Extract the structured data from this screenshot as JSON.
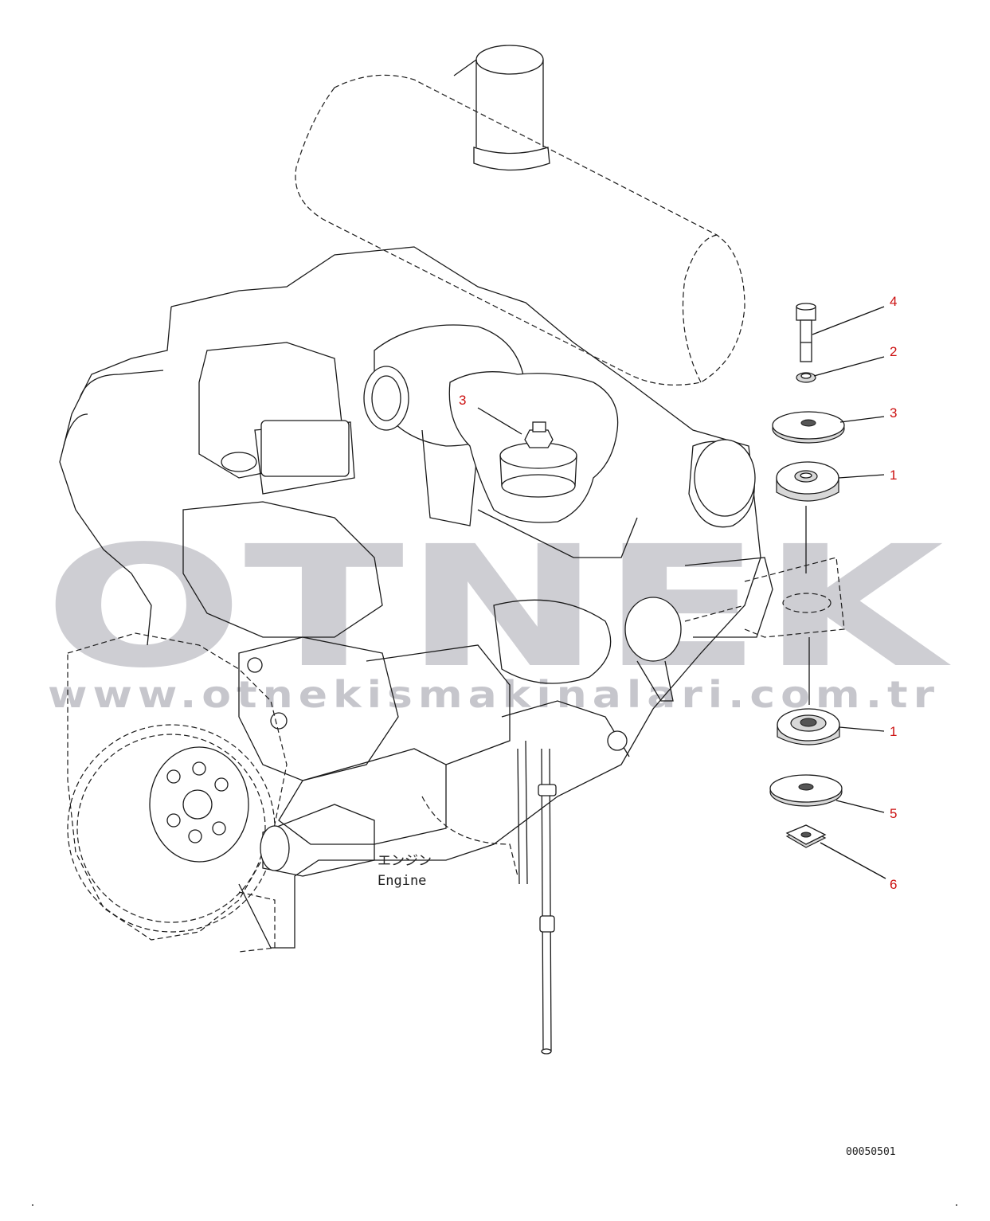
{
  "watermark": {
    "brand": "OTNEK",
    "url": "www.otnekismakinalari.com.tr"
  },
  "engine_label": {
    "japanese": "エンジン",
    "english": "Engine"
  },
  "drawing_code": "00050501",
  "callouts": [
    {
      "id": "c4",
      "label": "4"
    },
    {
      "id": "c2",
      "label": "2"
    },
    {
      "id": "c3r",
      "label": "3"
    },
    {
      "id": "c1a",
      "label": "1"
    },
    {
      "id": "c1b",
      "label": "1"
    },
    {
      "id": "c5",
      "label": "5"
    },
    {
      "id": "c6",
      "label": "6"
    },
    {
      "id": "c3l",
      "label": "3"
    }
  ],
  "colors": {
    "callout": "#cc1111",
    "line": "#1a1a1a",
    "watermark": "#c9c9cf"
  }
}
